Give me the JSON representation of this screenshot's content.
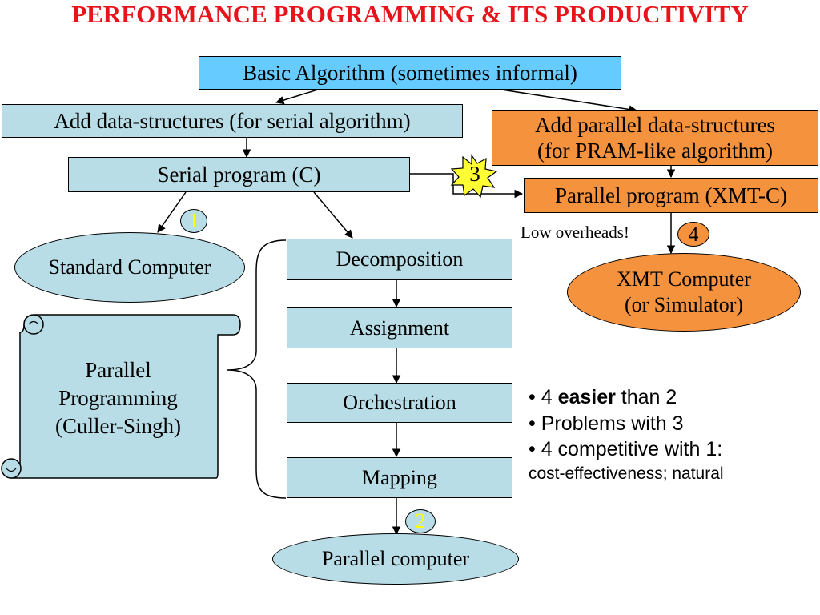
{
  "title": "PERFORMANCE PROGRAMMING & ITS PRODUCTIVITY",
  "nodes": {
    "basic_algorithm": "Basic Algorithm (sometimes informal)",
    "add_data_structures": "Add data-structures (for serial algorithm)",
    "add_parallel_line1": "Add parallel data-structures",
    "add_parallel_line2": "(for PRAM-like algorithm)",
    "serial_program": "Serial program (C)",
    "parallel_program": "Parallel program (XMT-C)",
    "standard_computer": "Standard Computer",
    "xmt_line1": "XMT Computer",
    "xmt_line2": "(or Simulator)",
    "decomposition": "Decomposition",
    "assignment": "Assignment",
    "orchestration": "Orchestration",
    "mapping": "Mapping",
    "parallel_computer": "Parallel computer",
    "scroll_line1": "Parallel",
    "scroll_line2": "Programming",
    "scroll_line3": "(Culler-Singh)"
  },
  "badges": {
    "b1": "1",
    "b2": "2",
    "b3": "3",
    "b4": "4"
  },
  "low_overheads": "Low overheads!",
  "bullets": {
    "b1_pre": "4 ",
    "b1_bold": "easier",
    "b1_post": " than 2",
    "b2": "Problems with 3",
    "b3": "4 competitive with 1:",
    "b3_cont": "cost-effectiveness; natural"
  },
  "colors": {
    "title": "#e8141b",
    "box_fill": "#b8dde6",
    "top_box_fill": "#66ccff",
    "orange_fill": "#f5923e",
    "badge_text": "#ffff00",
    "star_fill": "#ffff33"
  }
}
